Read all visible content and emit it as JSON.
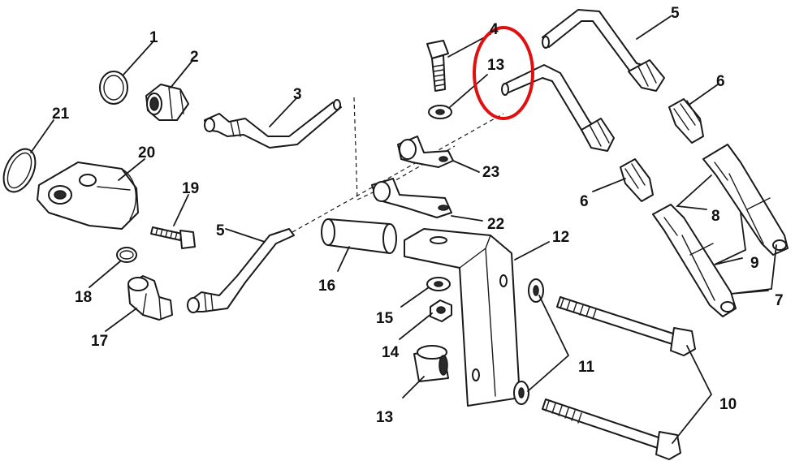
{
  "callouts": {
    "c1": "1",
    "c2": "2",
    "c3": "3",
    "c4": "4",
    "c5a": "5",
    "c5b": "5",
    "c6a": "6",
    "c6b": "6",
    "c7": "7",
    "c8": "8",
    "c9": "9",
    "c10": "10",
    "c11": "11",
    "c12": "12",
    "c13a": "13",
    "c13b": "13",
    "c14": "14",
    "c15": "15",
    "c16": "16",
    "c17": "17",
    "c18": "18",
    "c19": "19",
    "c20": "20",
    "c21": "21",
    "c22": "22",
    "c23": "23"
  },
  "highlight": {
    "color": "#e01010"
  }
}
